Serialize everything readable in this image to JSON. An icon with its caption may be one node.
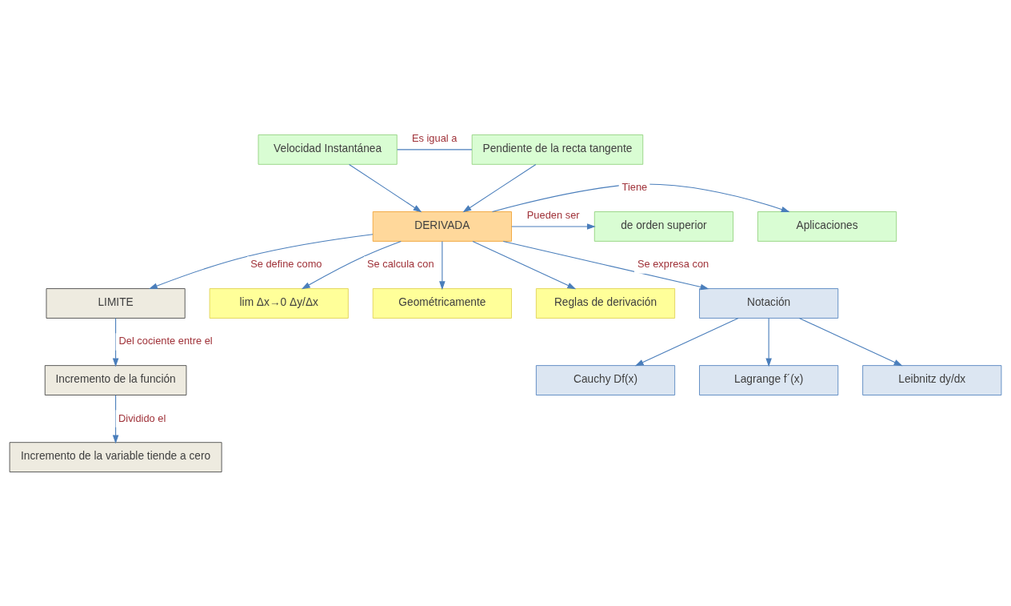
{
  "diagram": {
    "nodes": [
      {
        "text": [
          "Velocidad Instantánea"
        ]
      },
      {
        "text": [
          "Pendiente de la recta tangente"
        ]
      },
      {
        "text": [
          "DERIVADA"
        ]
      },
      {
        "text": [
          "Aplicaciones"
        ]
      },
      {
        "text": [
          "de orden superior"
        ]
      },
      {
        "text": [
          "LIMITE"
        ]
      },
      {
        "text": [
          "Incremento de la función"
        ]
      },
      {
        "text": [
          "Incremento de la variable tiende a cero"
        ]
      },
      {
        "text": [
          "lim Δx→0 Δy/Δx"
        ]
      },
      {
        "text": [
          "Geométricamente"
        ]
      },
      {
        "text": [
          "Reglas de derivación"
        ]
      },
      {
        "text": [
          "Notación"
        ]
      },
      {
        "text": [
          "Cauchy Df(x)"
        ]
      },
      {
        "text": [
          "Lagrange f´(x)"
        ]
      },
      {
        "text": [
          "Leibnitz dy/dx"
        ]
      }
    ],
    "edges": [
      {
        "from": 0,
        "to": 1,
        "arrow": "none",
        "label": "Es igual a"
      },
      {
        "from": 0,
        "to": 2,
        "arrow": "to"
      },
      {
        "from": 1,
        "to": 2,
        "arrow": "to"
      },
      {
        "from": 2,
        "to": 3,
        "arrow": "to",
        "label": "Tiene"
      },
      {
        "from": 2,
        "to": 4,
        "arrow": "to",
        "label": "Pueden ser"
      },
      {
        "from": 2,
        "to": 5,
        "arrow": "to",
        "label": "Se define como"
      },
      {
        "from": 2,
        "to": 8,
        "arrow": "to",
        "label": "Se calcula con"
      },
      {
        "from": 2,
        "to": 9,
        "arrow": "to"
      },
      {
        "from": 2,
        "to": 10,
        "arrow": "to"
      },
      {
        "from": 2,
        "to": 11,
        "arrow": "to",
        "label": "Se expresa con"
      },
      {
        "from": 5,
        "to": 6,
        "arrow": "to",
        "label": "Del cociente entre el"
      },
      {
        "from": 6,
        "to": 7,
        "arrow": "to",
        "label": "Dividido el"
      },
      {
        "from": 11,
        "to": 12,
        "arrow": "to"
      },
      {
        "from": 11,
        "to": 13,
        "arrow": "to"
      },
      {
        "from": 11,
        "to": 14,
        "arrow": "to"
      }
    ]
  }
}
